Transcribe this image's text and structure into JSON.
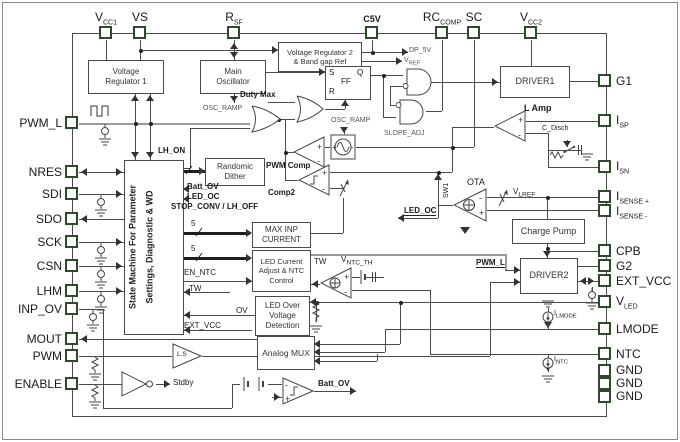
{
  "pins": {
    "top": [
      {
        "main": "V",
        "sub": "CC1"
      },
      {
        "main": "VS",
        "sub": ""
      },
      {
        "main": "R",
        "sub": "SF"
      },
      {
        "main": "C5V",
        "sub": ""
      },
      {
        "main": "RC",
        "sub": "COMP"
      },
      {
        "main": "SC",
        "sub": ""
      },
      {
        "main": "V",
        "sub": "CC2"
      }
    ],
    "left": [
      "PWM_L",
      "NRES",
      "SDI",
      "SDO",
      "SCK",
      "CSN",
      "LHM",
      "INP_OV",
      "MOUT",
      "PWM",
      "ENABLE"
    ],
    "right": [
      {
        "main": "G1",
        "sub": ""
      },
      {
        "main": "I",
        "sub": "SP"
      },
      {
        "main": "I",
        "sub": "SN"
      },
      {
        "main": "I",
        "sub": "SENSE +"
      },
      {
        "main": "I",
        "sub": "SENSE -"
      },
      {
        "main": "CPB",
        "sub": ""
      },
      {
        "main": "G2",
        "sub": ""
      },
      {
        "main": "EXT_VCC",
        "sub": ""
      },
      {
        "main": "V",
        "sub": "LED"
      },
      {
        "main": "LMODE",
        "sub": ""
      },
      {
        "main": "NTC",
        "sub": ""
      },
      {
        "main": "GND",
        "sub": ""
      },
      {
        "main": "GND",
        "sub": ""
      },
      {
        "main": "GND",
        "sub": ""
      }
    ]
  },
  "blocks": {
    "vr1": "Voltage\nRegulator 1",
    "main_osc": "Main\nOscillator",
    "vr2": "Voltage Regulator 2\n& Band gap Ref",
    "ff": {
      "s": "S",
      "r": "R",
      "q": "Q",
      "name": "FF"
    },
    "driver1": "DRIVER1",
    "randomic": "Randomic\nDither",
    "state_machine": "State Machine For Parameter\nSettings, Diagnostic & WD",
    "max_inp": "MAX  INP\nCURRENT",
    "led_current": "LED Current\nAdjust & NTC\nControl",
    "led_ov": "LED Over\nVoltage\nDetection",
    "analog_mux": "Analog MUX",
    "charge_pump": "Charge Pump",
    "driver2": "DRIVER2"
  },
  "labels": {
    "dp_5v": "DP_5V",
    "vref": {
      "main": "V",
      "sub": "REF"
    },
    "duty_max": "Duty Max",
    "osc_ramp_left": "OSC_RAMP",
    "osc_ramp_right": "OSC_RAMP",
    "slope_adj": "SLOPE_ADJ",
    "lh_on": "LH_ON",
    "batt_ov_sm": "Batt_OV",
    "led_oc_sm": "LED_OC",
    "stop_conv": "STOP_CONV / LH_OFF",
    "bus5_a": "5",
    "bus5_b": "5",
    "en_ntc": "EN_NTC",
    "tw_sm": "TW",
    "ov": "OV",
    "ext_vcc_sm": "EXT_VCC",
    "pwm_comp": "PWM Comp",
    "comp2": "Comp2",
    "l_amp": "L Amp",
    "c_disch": "C_Disch",
    "ota": "OTA",
    "sw1": "SW1",
    "vlref": {
      "main": "V",
      "sub": "LREF"
    },
    "led_oc_center": "LED_OC",
    "tw_amp": "TW",
    "vntc_th": {
      "main": "V",
      "sub": "NTC_TH"
    },
    "pwm_l_drv": "PWM_L",
    "stdby": "Stdby",
    "ls": "L.S",
    "ilmode": {
      "main": "I",
      "sub": "LMODE"
    },
    "intc": {
      "main": "I",
      "sub": "NTC"
    },
    "batt_ov_bottom": "Batt_OV"
  }
}
